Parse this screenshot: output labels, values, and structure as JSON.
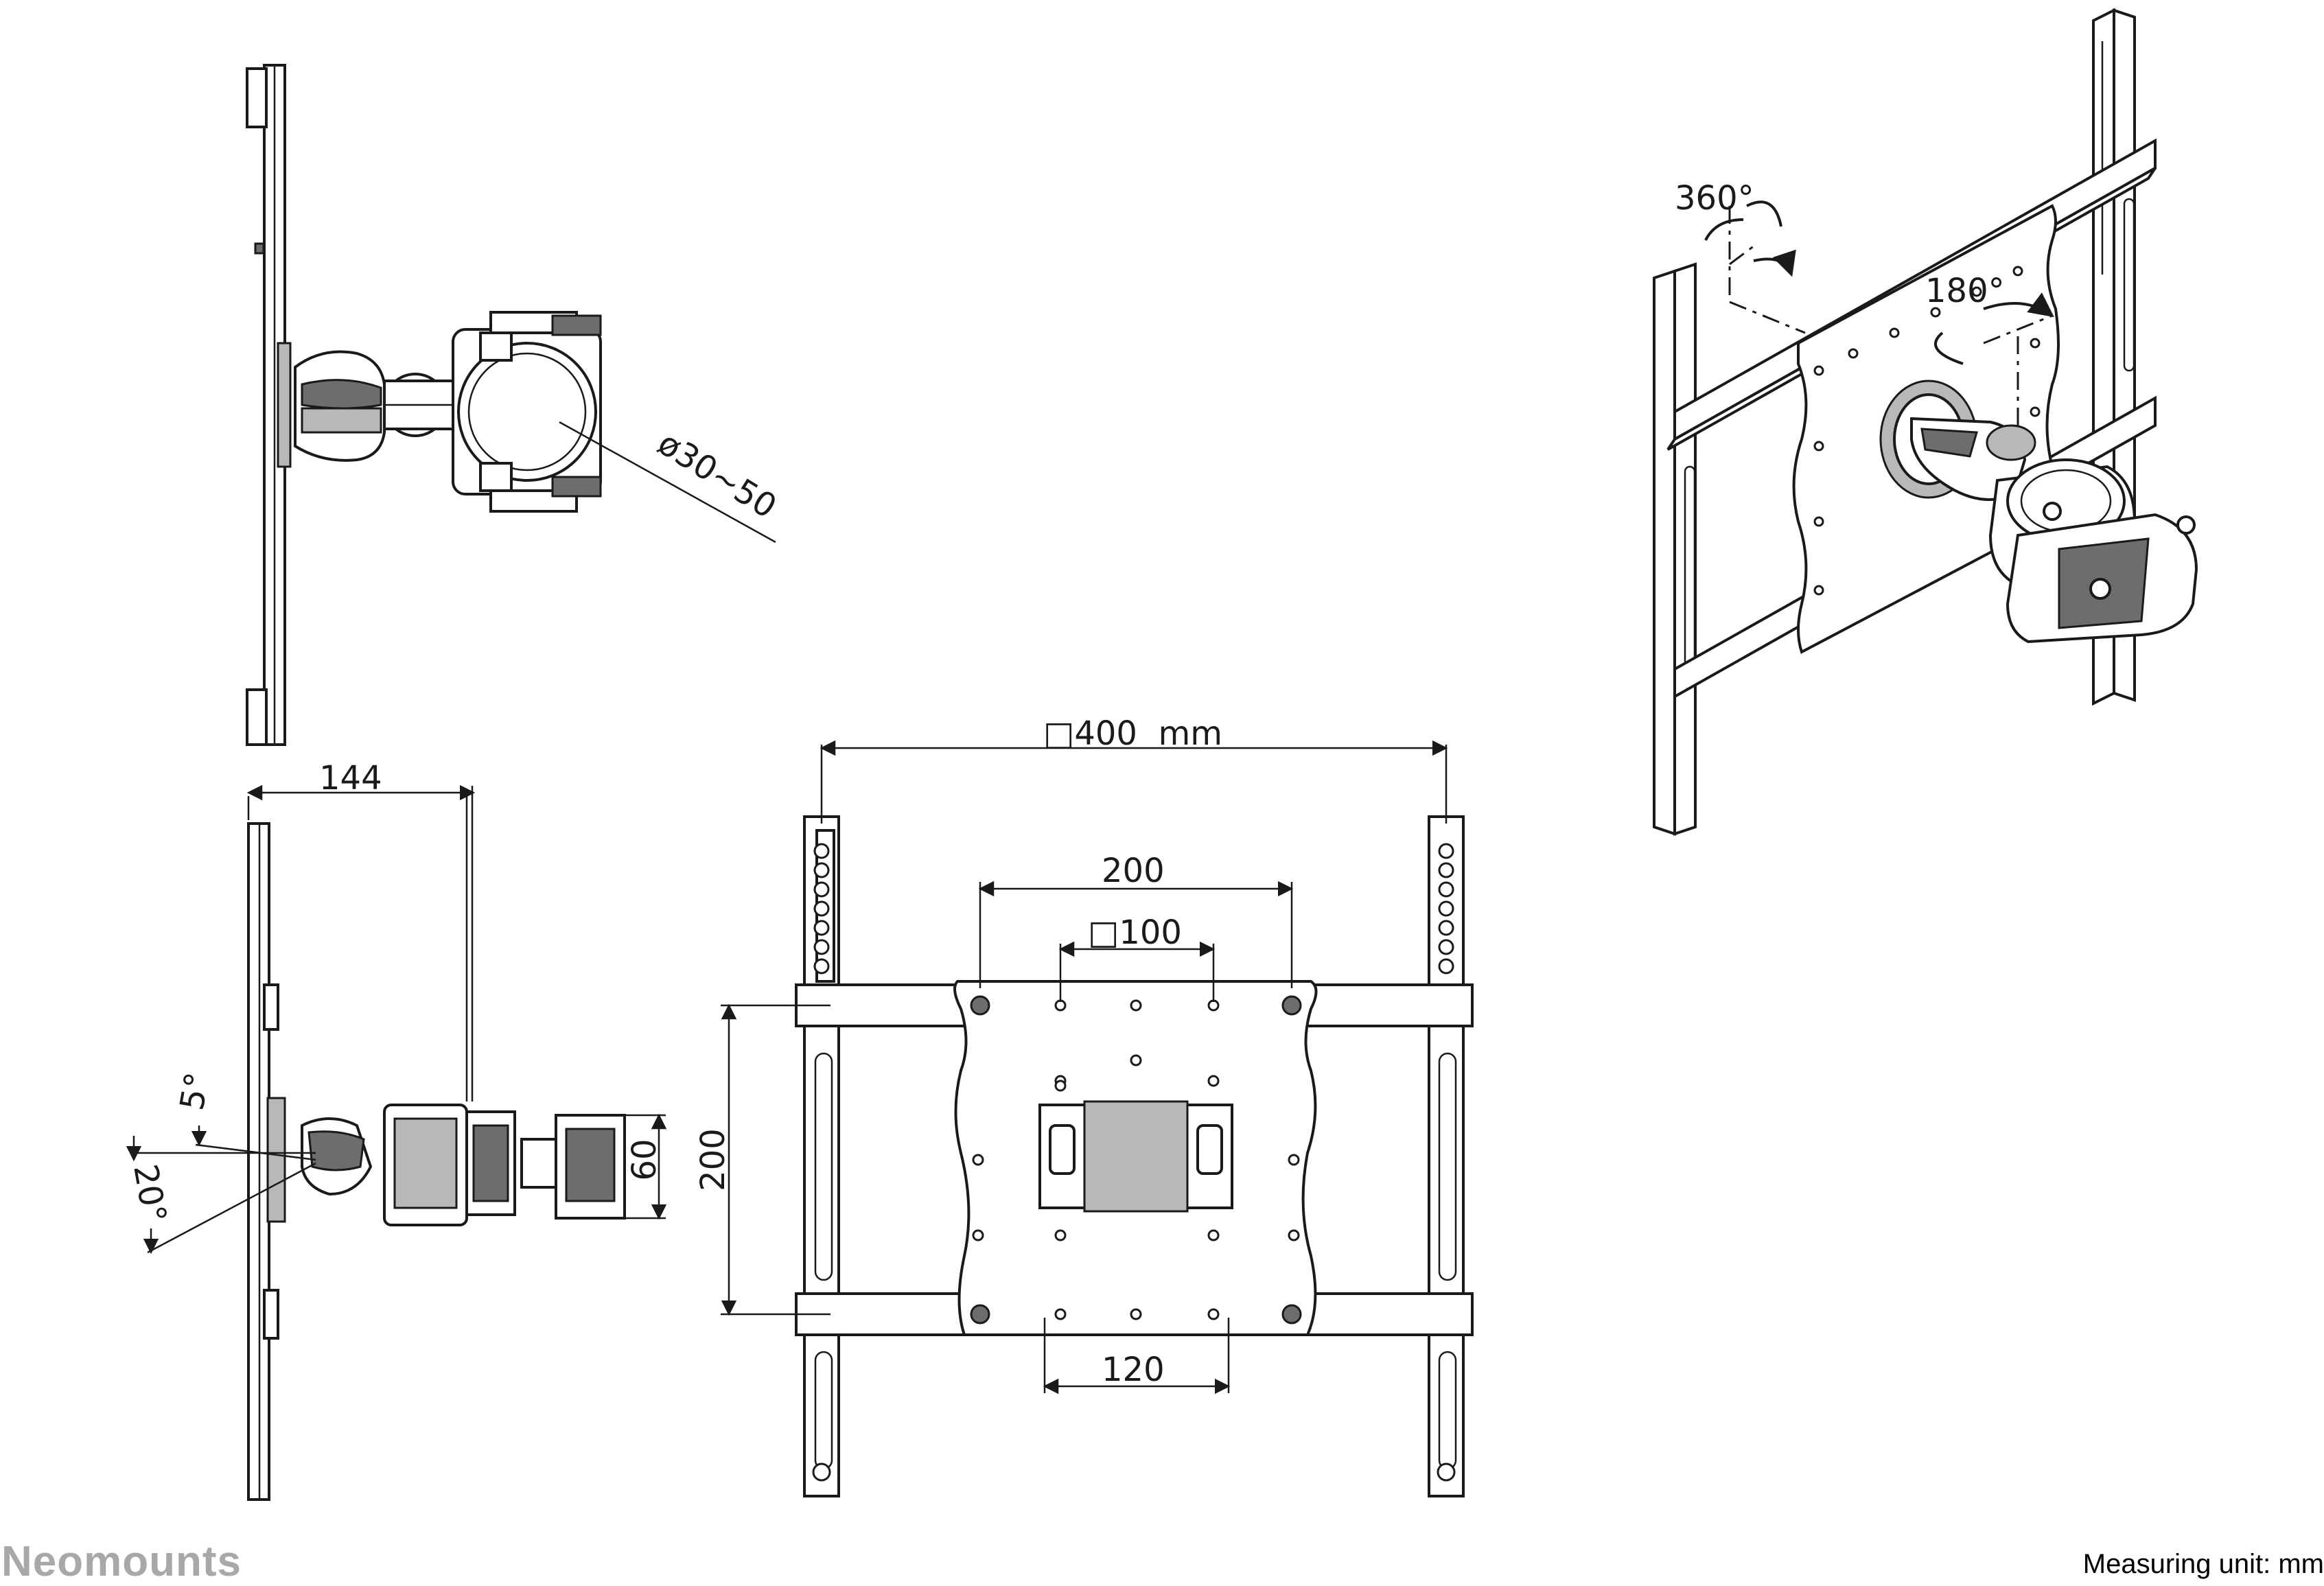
{
  "dimensions": {
    "pipe_diameter": "ø30~50",
    "depth": "144",
    "tilt_up": "5°",
    "tilt_down": "20°",
    "clamp_height": "60",
    "vesa_max": "□400  mm",
    "vesa_200w": "200",
    "vesa_100": "□100",
    "vesa_200h": "200",
    "vesa_120": "120",
    "rotation": "360°",
    "swivel": "180°"
  },
  "footer": {
    "brand": "Neomounts",
    "measuring_unit": "Measuring unit: mm"
  }
}
